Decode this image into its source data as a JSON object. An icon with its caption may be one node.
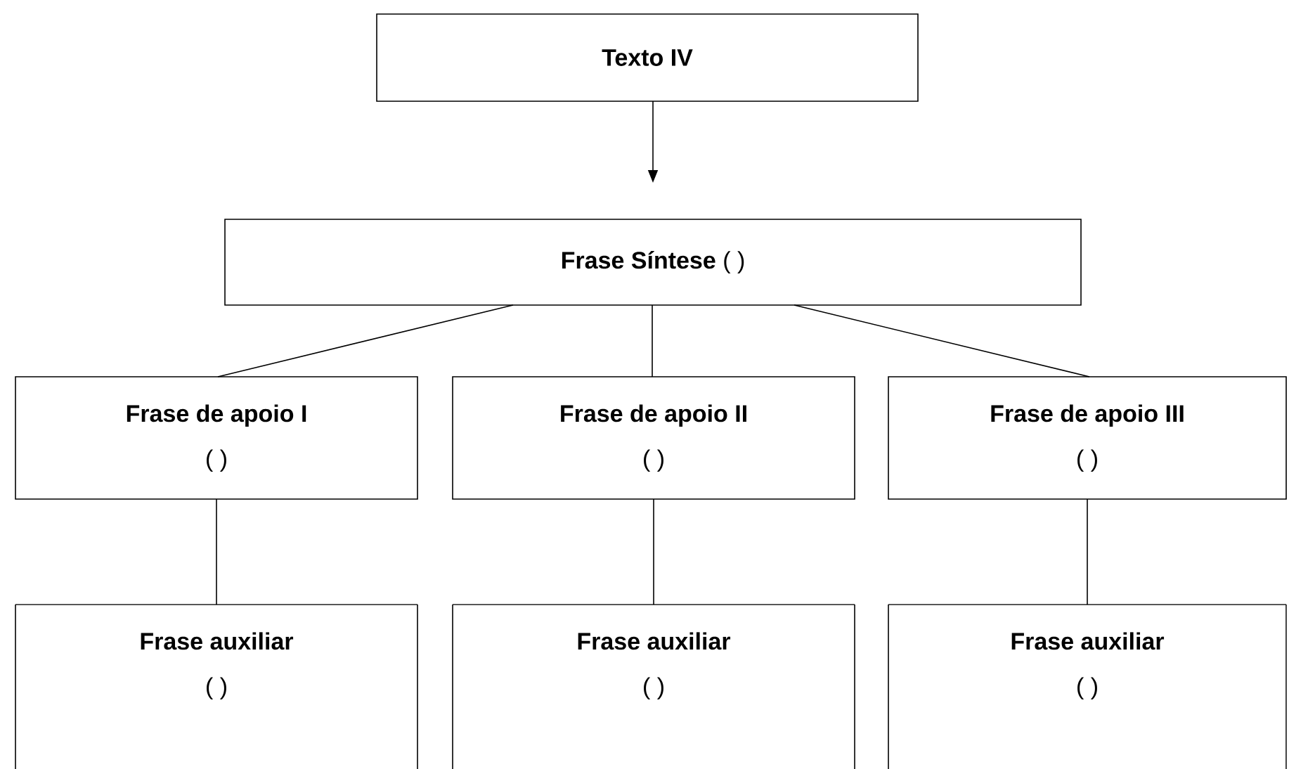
{
  "diagram": {
    "nodes": [
      {
        "text": [
          "Texto IV"
        ]
      },
      {
        "text": [
          "Frase Síntese",
          "(    )"
        ]
      },
      {
        "text": [
          "Frase de apoio I",
          "(    )"
        ]
      },
      {
        "text": [
          "Frase de apoio II",
          "(    )"
        ]
      },
      {
        "text": [
          "Frase de apoio III",
          "(    )"
        ]
      },
      {
        "text": [
          "Frase auxiliar",
          "(    )"
        ]
      },
      {
        "text": [
          "Frase auxiliar",
          "(    )"
        ]
      },
      {
        "text": [
          "Frase auxiliar",
          "(    )"
        ]
      }
    ],
    "edges": [
      {
        "from": 0,
        "to": 1,
        "arrow": "to"
      },
      {
        "from": 1,
        "to": 2,
        "arrow": "none"
      },
      {
        "from": 1,
        "to": 3,
        "arrow": "none"
      },
      {
        "from": 1,
        "to": 4,
        "arrow": "none"
      },
      {
        "from": 2,
        "to": 5,
        "arrow": "none"
      },
      {
        "from": 3,
        "to": 6,
        "arrow": "none"
      },
      {
        "from": 4,
        "to": 7,
        "arrow": "none"
      }
    ]
  }
}
